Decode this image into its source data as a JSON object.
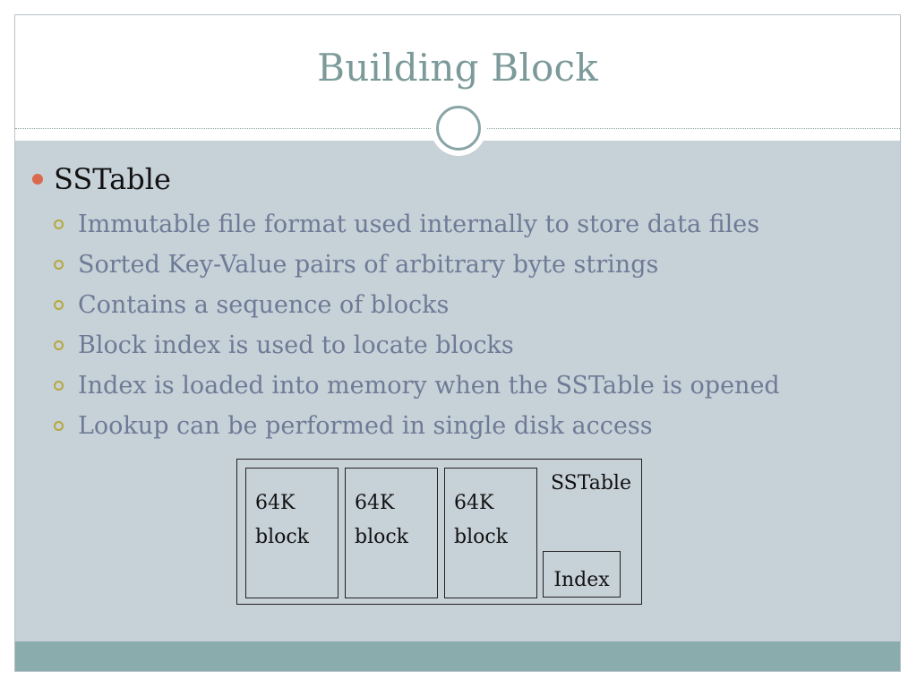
{
  "slide": {
    "title": "Building Block",
    "main_bullet": "SSTable",
    "sub_bullets": [
      "Immutable file format used internally to store data files",
      "Sorted Key-Value pairs of arbitrary byte strings",
      "Contains a sequence of blocks",
      "Block index is used to locate blocks",
      "Index is loaded into memory when the SSTable is opened",
      "Lookup can be performed in single disk access"
    ]
  },
  "diagram": {
    "blocks": [
      {
        "size": "64K",
        "label": "block"
      },
      {
        "size": "64K",
        "label": "block"
      },
      {
        "size": "64K",
        "label": "block"
      }
    ],
    "container_label": "SSTable",
    "index_label": "Index"
  },
  "colors": {
    "title": "#7c9a99",
    "content_bg": "#c7d1d8",
    "footer": "#8aacac",
    "main_bullet_dot": "#d96a4e",
    "sub_bullet_ring": "#b6a83b",
    "sub_text": "#6e7b96"
  }
}
